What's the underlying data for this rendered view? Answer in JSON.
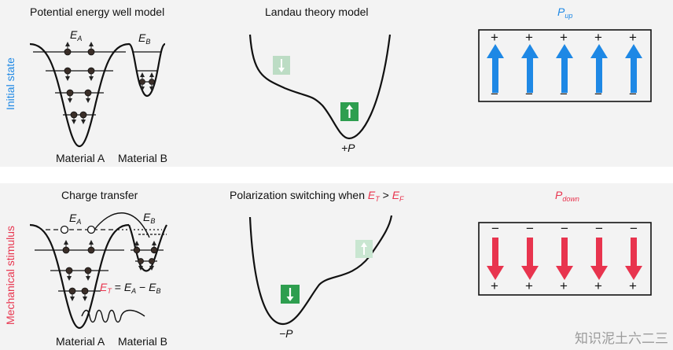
{
  "rows": {
    "top": {
      "side_label": "Initial state",
      "well_title": "Potential energy well model",
      "landau_title": "Landau theory model",
      "landau_min_label": "+P",
      "material_a": "Material A",
      "material_b": "Material B",
      "level_a_main": "E",
      "level_a_sub": "A",
      "level_b_main": "E",
      "level_b_sub": "B",
      "pol_main": "P",
      "pol_sub": "up",
      "top_signs": [
        "+",
        "+",
        "+",
        "+",
        "+"
      ],
      "bottom_signs": [
        "−",
        "−",
        "−",
        "−",
        "−"
      ]
    },
    "bottom": {
      "side_label": "Mechanical stimulus",
      "well_title": "Charge transfer",
      "switch_title_prefix": "Polarization switching when ",
      "switch_et_main": "E",
      "switch_et_sub": "T",
      "switch_gt": " > ",
      "switch_ef_main": "E",
      "switch_ef_sub": "F",
      "landau_min_label": "−P",
      "material_a": "Material A",
      "material_b": "Material B",
      "level_a_main": "E",
      "level_a_sub": "A",
      "level_b_main": "E",
      "level_b_sub": "B",
      "eq_et_main": "E",
      "eq_et_sub": "T",
      "eq_rest": " = ",
      "eq_ea_main": "E",
      "eq_ea_sub": "A",
      "eq_minus": " − ",
      "eq_eb_main": "E",
      "eq_eb_sub": "B",
      "pol_main": "P",
      "pol_sub": "down",
      "top_signs": [
        "−",
        "−",
        "−",
        "−",
        "−"
      ],
      "bottom_signs": [
        "+",
        "+",
        "+",
        "+",
        "+"
      ]
    }
  },
  "colors": {
    "blue": "#1e88e5",
    "red": "#e8344e",
    "green": "#2e9e4f",
    "green_faded": "#bcdcc4",
    "band": "#f3f3f3"
  },
  "watermark": "知识泥土六二三"
}
